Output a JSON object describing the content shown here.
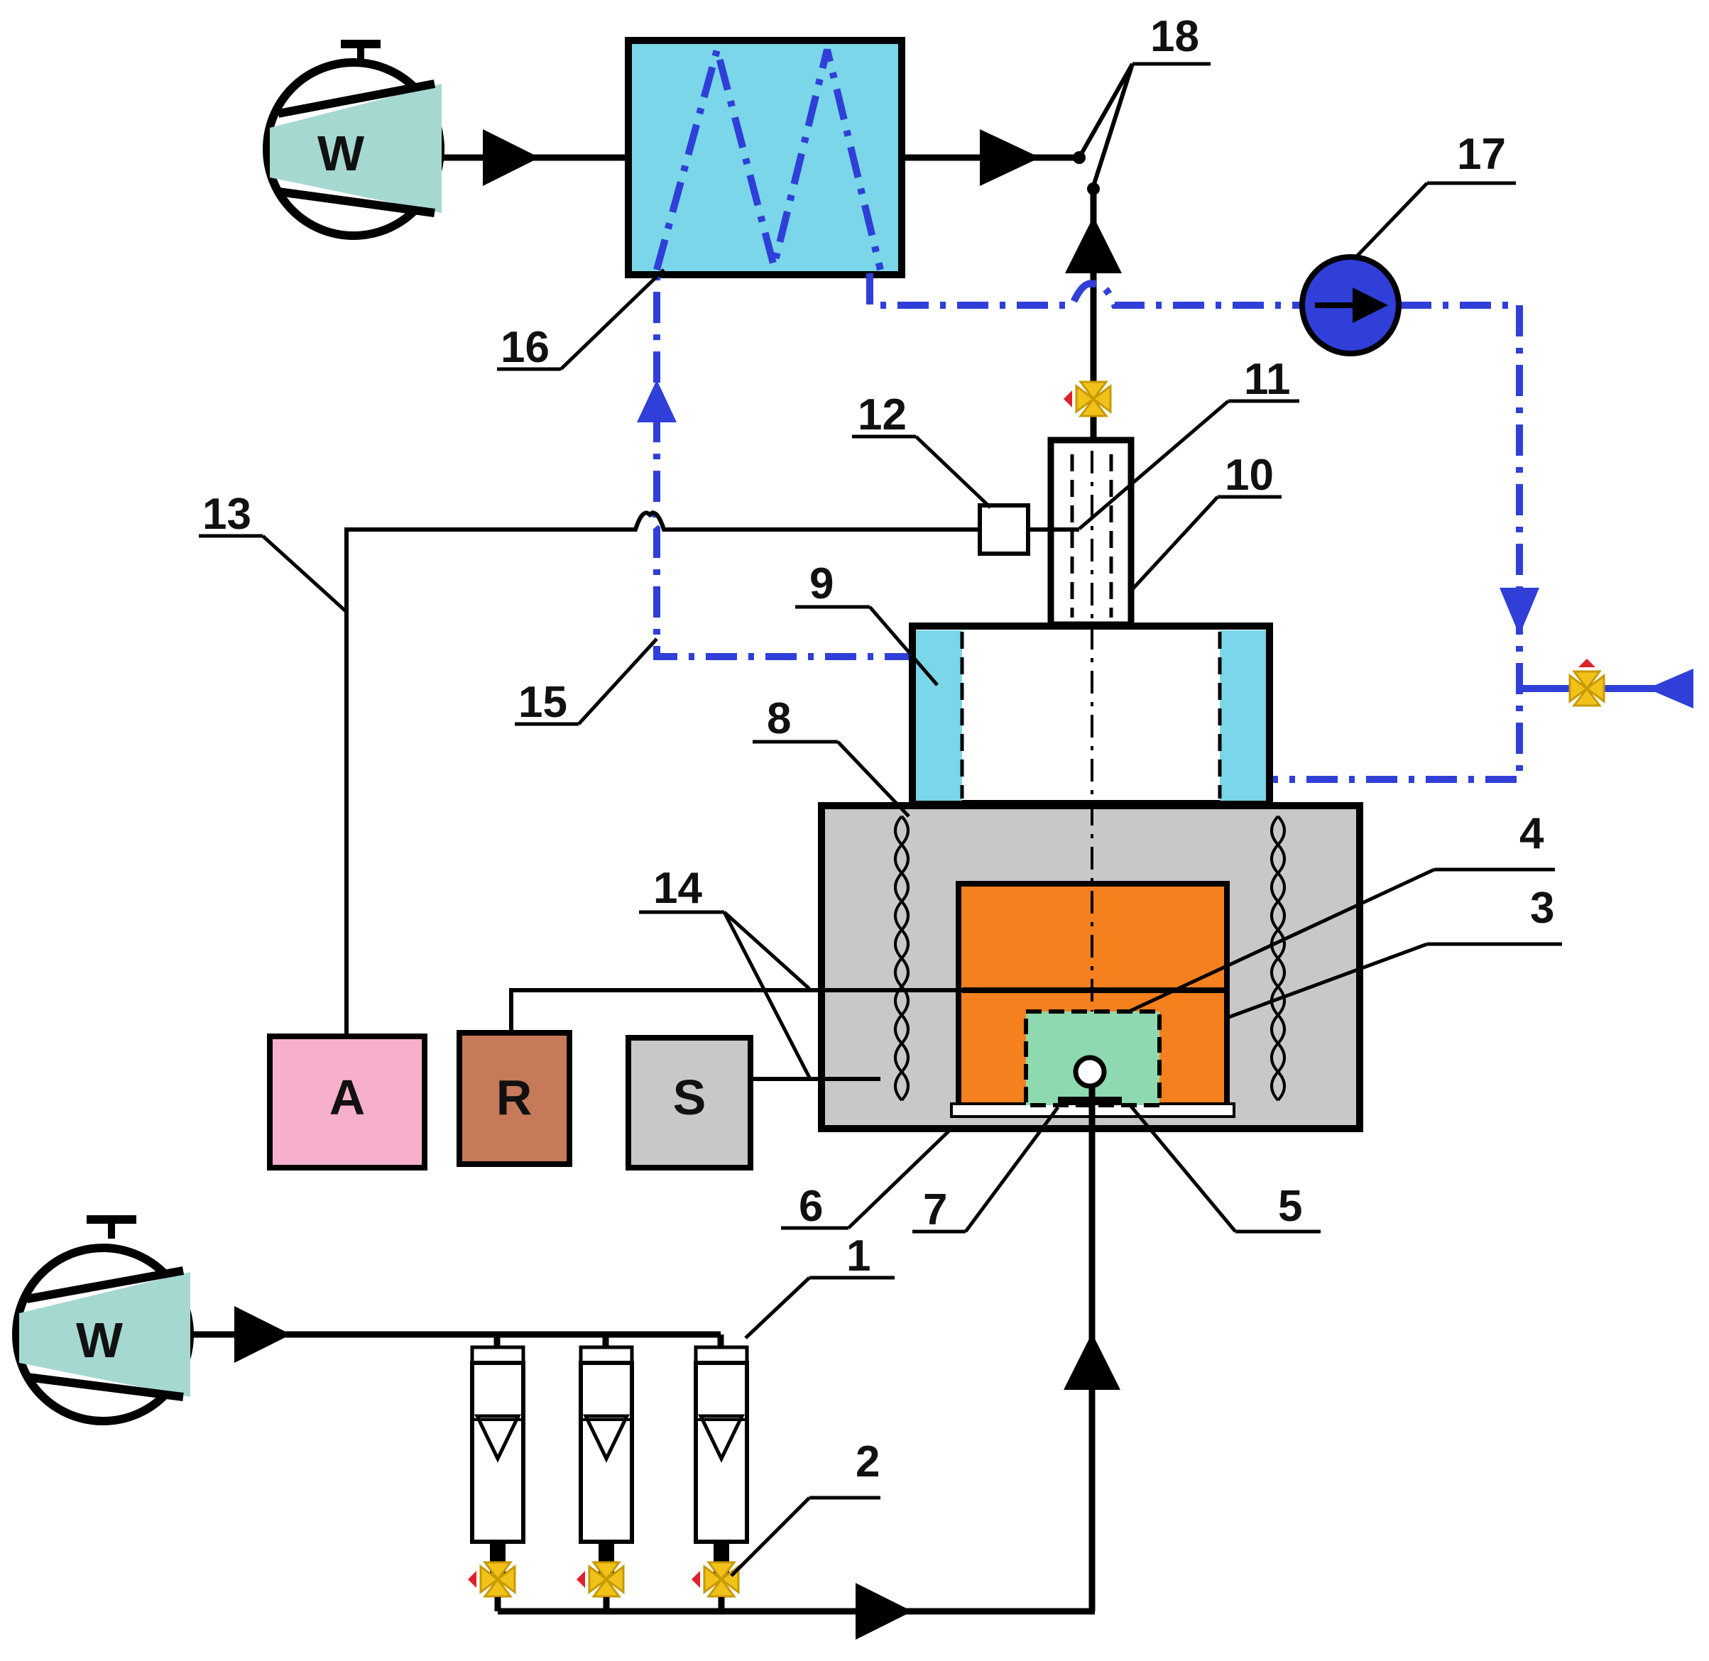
{
  "colors": {
    "gas_source_fill": "#a6d8d2",
    "condenser_fill": "#7ad6e8",
    "cooling_water_line": "#2f3fd8",
    "pump_fill": "#2f3fd8",
    "jacket_fill": "#7ad6e8",
    "furnace_fill": "#c8c8c8",
    "crucible_fill": "#f5801e",
    "sample_fill": "#8fd9b0",
    "box_a_fill": "#f6b0cc",
    "box_r_fill": "#c77a5a",
    "box_s_fill": "#c8c8c8",
    "valve_fill": "#f3c21a",
    "valve_handle": "#e0202a"
  },
  "icons": [
    "gas-cylinder-icon",
    "valve-icon",
    "pump-icon",
    "flowmeter-icon",
    "arrow-icon"
  ],
  "gas_sources": [
    {
      "label": "W"
    },
    {
      "label": "W"
    }
  ],
  "boxes": {
    "a": "A",
    "r": "R",
    "s": "S"
  },
  "part_numbers": {
    "n1": "1",
    "n2": "2",
    "n3": "3",
    "n4": "4",
    "n5": "5",
    "n6": "6",
    "n7": "7",
    "n8": "8",
    "n9": "9",
    "n10": "10",
    "n11": "11",
    "n12": "12",
    "n13": "13",
    "n14": "14",
    "n15": "15",
    "n16": "16",
    "n17": "17",
    "n18": "18"
  }
}
